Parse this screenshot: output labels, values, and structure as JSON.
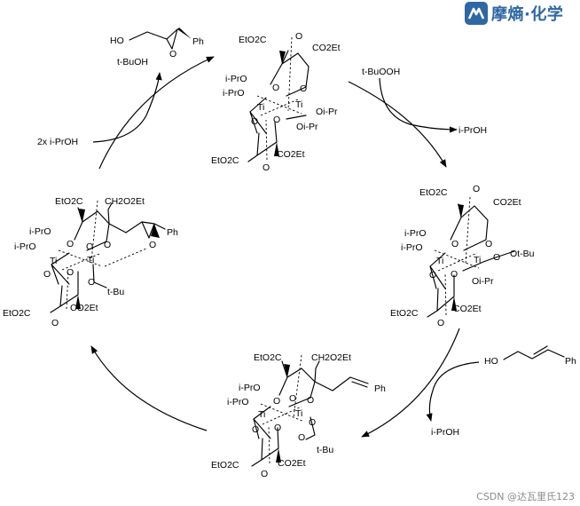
{
  "brand": {
    "name": "摩熵·化学",
    "color": "#2f67a4"
  },
  "watermark": "CSDN @达瓦里氏123",
  "cycle": {
    "top": {
      "substituents": [
        "EtO2C",
        "CO2Et",
        "i-PrO",
        "i-PrO",
        "Ti",
        "Ti",
        "Oi-Pr",
        "Oi-Pr",
        "EtO2C",
        "CO2Et",
        "O",
        "O",
        "O",
        "O",
        "O",
        "O"
      ]
    },
    "right": {
      "substituents": [
        "EtO2C",
        "CO2Et",
        "i-PrO",
        "i-PrO",
        "Ti",
        "Ti",
        "O",
        "Ot-Bu",
        "Oi-Pr",
        "EtO2C",
        "CO2Et",
        "O",
        "O",
        "O",
        "O",
        "O",
        "O"
      ]
    },
    "bottom": {
      "substituents": [
        "EtO2C",
        "CH2O2Et",
        "Ph",
        "i-PrO",
        "i-PrO",
        "Ti",
        "Ti",
        "O",
        "t-Bu",
        "EtO2C",
        "CO2Et",
        "O",
        "O",
        "O",
        "O",
        "O",
        "O",
        "O"
      ]
    },
    "left": {
      "substituents": [
        "EtO2C",
        "CH2O2Et",
        "Ph",
        "i-PrO",
        "i-PrO",
        "Ti",
        "Ti",
        "O",
        "t-Bu",
        "EtO2C",
        "CO2Et",
        "O",
        "O",
        "O",
        "O",
        "O",
        "O",
        "O"
      ]
    }
  },
  "reagents": {
    "epoxy_alcohol": {
      "ho": "HO",
      "o": "O",
      "ph": "Ph"
    },
    "t_buoh": "t-BuOH",
    "ipr_oh_x2": "2x i-PrOH",
    "t_buooh": "t-BuOOH",
    "ipr_oh_top_right": "i-PrOH",
    "allylic_alcohol": {
      "ho": "HO",
      "ph": "Ph"
    },
    "ipr_oh_bottom_right": "i-PrOH"
  }
}
